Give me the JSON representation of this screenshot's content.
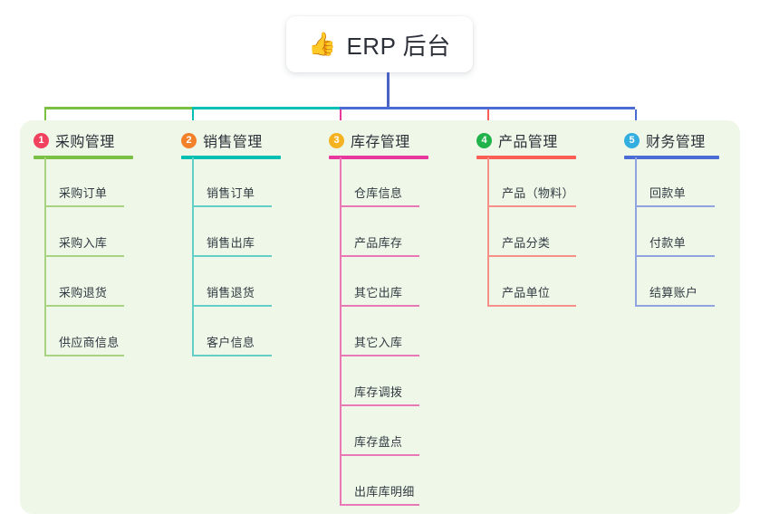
{
  "root": {
    "icon": "thumbs-up-icon",
    "icon_glyph": "👍",
    "title": "ERP 后台",
    "stem_color": "#4b63c4"
  },
  "panel": {
    "background": "#eef7e8"
  },
  "branches": [
    {
      "number": "1",
      "title": "采购管理",
      "color": "#7ac043",
      "spine_color": "#a8d383",
      "badge_color": "#f0415f",
      "items": [
        "采购订单",
        "采购入库",
        "采购退货",
        "供应商信息"
      ]
    },
    {
      "number": "2",
      "title": "销售管理",
      "color": "#00bfb3",
      "spine_color": "#63cfc6",
      "badge_color": "#f2812a",
      "items": [
        "销售订单",
        "销售出库",
        "销售退货",
        "客户信息"
      ]
    },
    {
      "number": "3",
      "title": "库存管理",
      "color": "#e8389e",
      "spine_color": "#e878b6",
      "badge_color": "#f5b322",
      "items": [
        "仓库信息",
        "产品库存",
        "其它出库",
        "其它入库",
        "库存调拨",
        "库存盘点",
        "出库库明细"
      ]
    },
    {
      "number": "4",
      "title": "产品管理",
      "color": "#fa5e55",
      "spine_color": "#f79089",
      "badge_color": "#20b24b",
      "items": [
        "产品（物料）",
        "产品分类",
        "产品单位"
      ]
    },
    {
      "number": "5",
      "title": "财务管理",
      "color": "#4b6cd4",
      "spine_color": "#8fa4e0",
      "badge_color": "#33aee0",
      "items": [
        "回款单",
        "付款单",
        "结算账户"
      ]
    }
  ]
}
